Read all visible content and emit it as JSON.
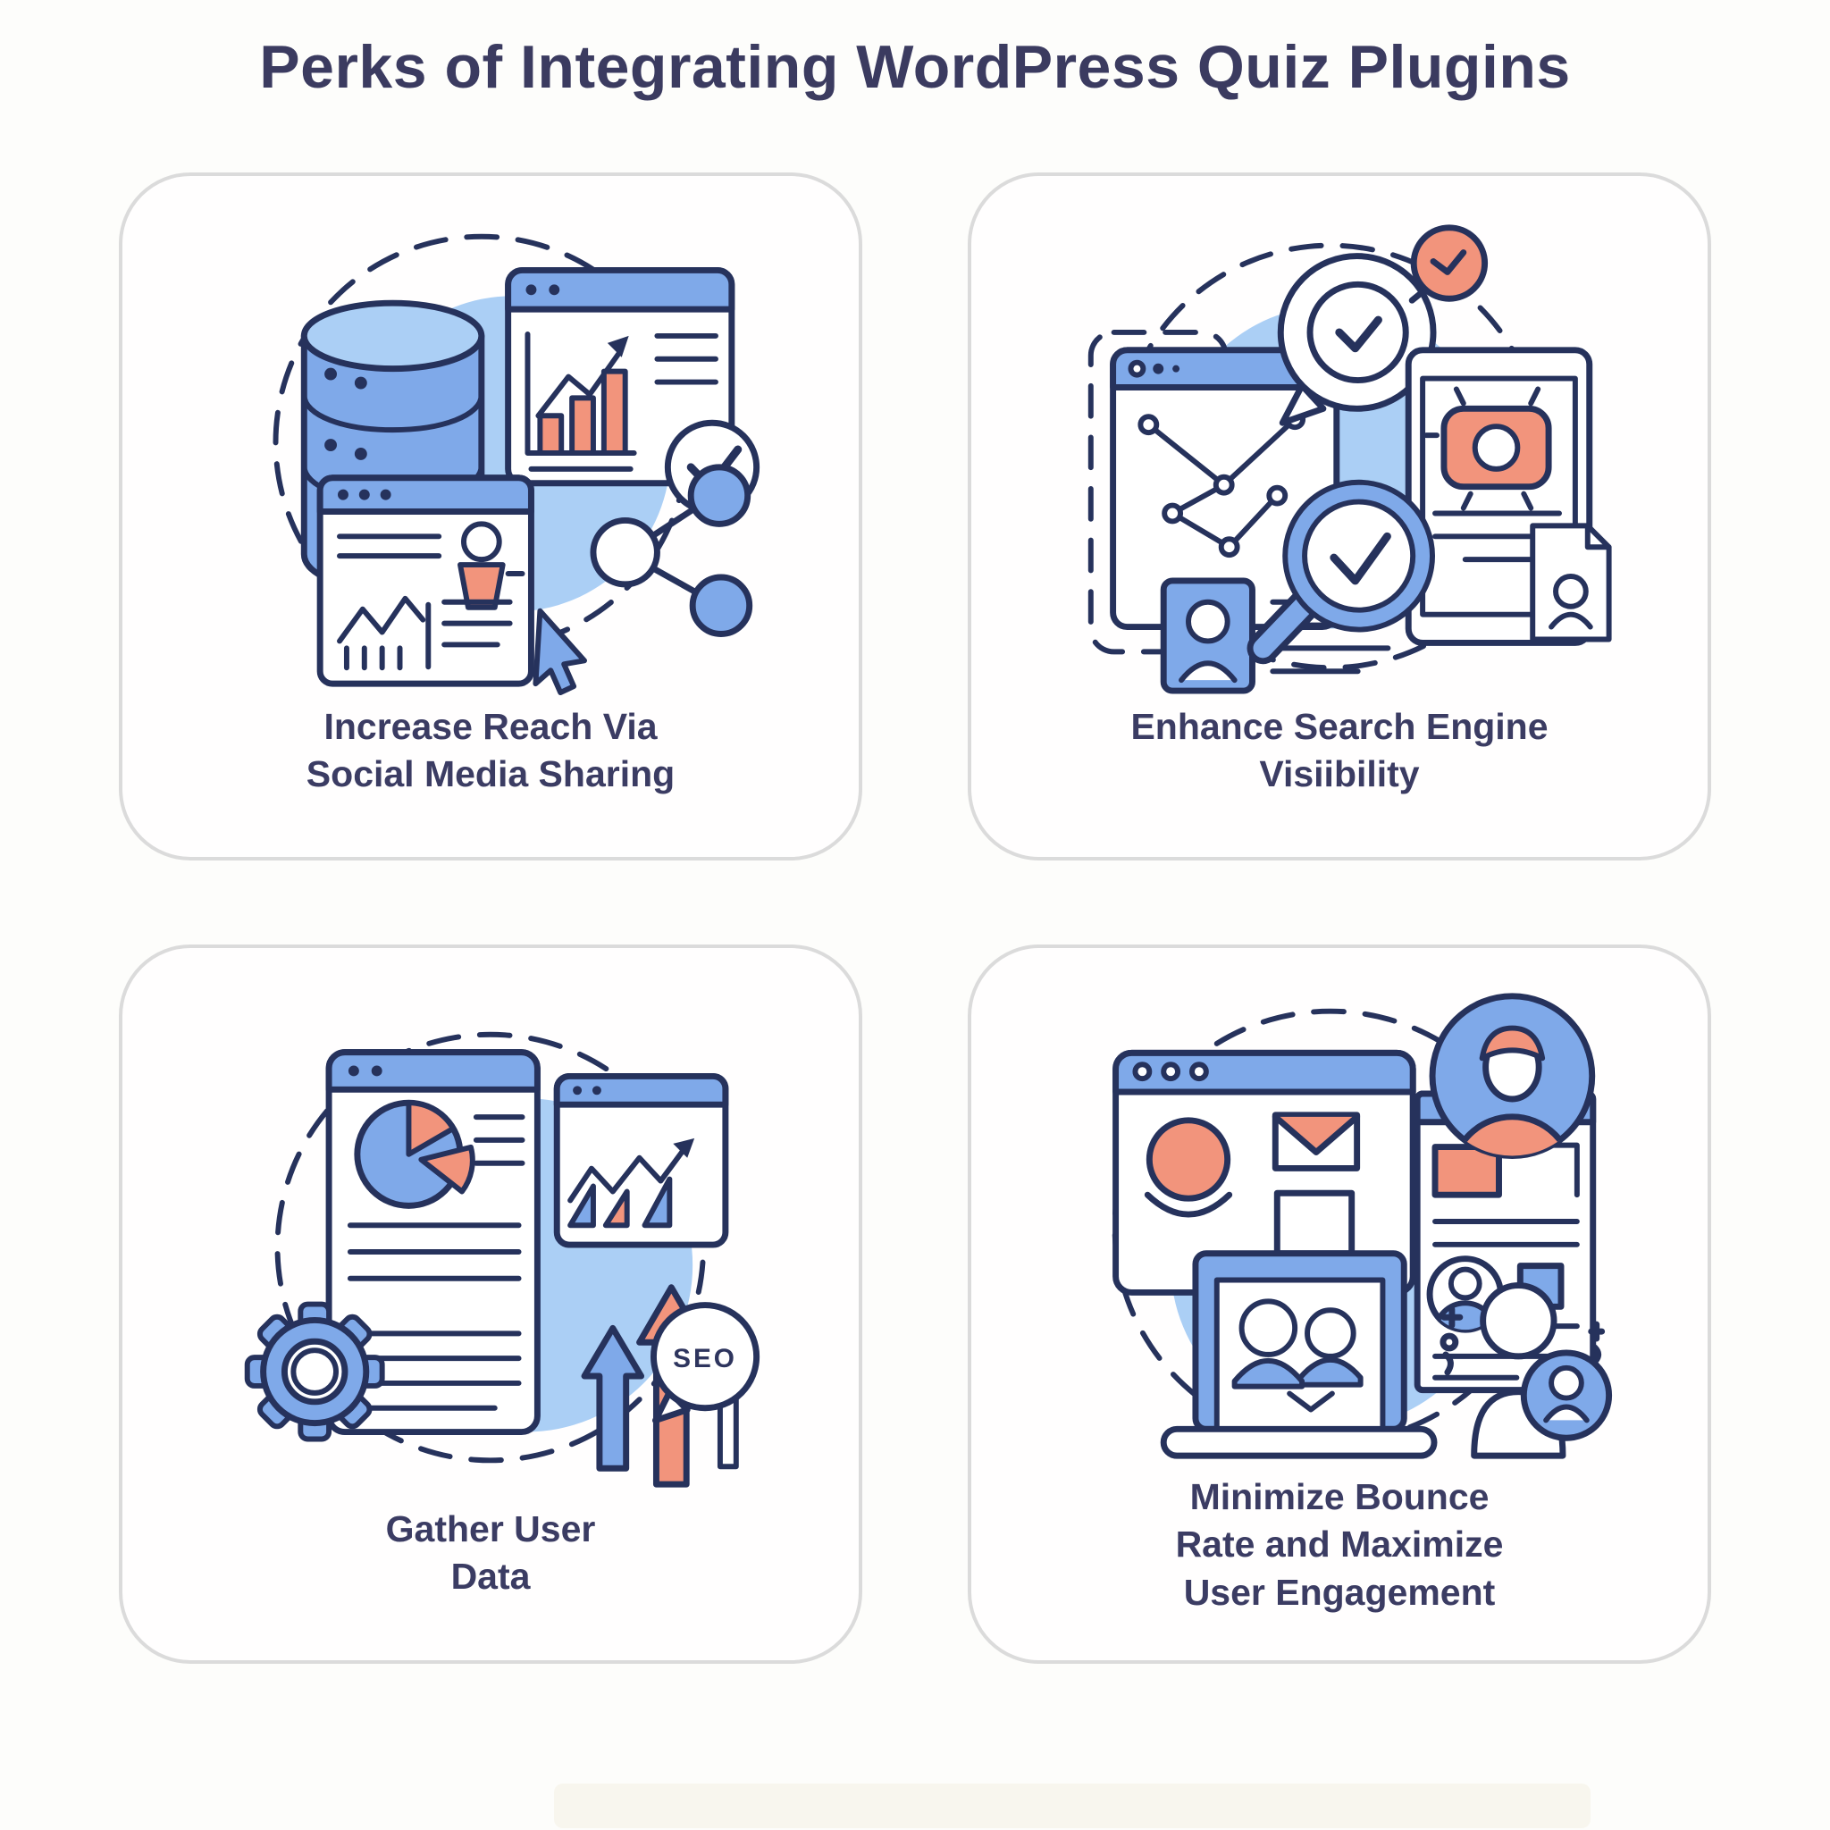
{
  "page": {
    "title": "Perks of Integrating WordPress Quiz Plugins"
  },
  "colors": {
    "background": "#fdfdfb",
    "card_border": "#dbdbdb",
    "title_text": "#3b3b60",
    "caption_text": "#3b3c63",
    "outline_navy": "#26325c",
    "blue_medium": "#7fa9e9",
    "blue_light": "#abcff5",
    "salmon": "#f2947c",
    "white": "#ffffff"
  },
  "labels": {
    "seo_badge": "SEO"
  },
  "cards": [
    {
      "id": "social-media-sharing",
      "caption_lines": [
        "Increase Reach Via",
        "Social Media Sharing"
      ],
      "icons": [
        "dashed-circle-icon",
        "database-icon",
        "analytics-window-icon",
        "line-chart-icon",
        "bar-chart-icon",
        "check-circle-icon",
        "user-report-icon",
        "cursor-icon",
        "share-network-icon"
      ]
    },
    {
      "id": "search-engine-visibility",
      "caption_lines": [
        "Enhance Search Engine",
        "Visiibility"
      ],
      "icons": [
        "dashed-circle-icon",
        "dashed-panel-icon",
        "browser-window-icon",
        "node-graph-icon",
        "id-card-icon",
        "speech-bubble-clock-icon",
        "timer-icon",
        "document-camera-icon",
        "magnifier-check-icon",
        "resume-doc-icon"
      ]
    },
    {
      "id": "gather-user-data",
      "caption_lines": [
        "Gather User",
        "Data"
      ],
      "icons": [
        "dashed-circle-icon",
        "report-window-icon",
        "pie-chart-icon",
        "growth-chart-window-icon",
        "gear-icon",
        "growth-arrows-icon",
        "seo-bubble-icon"
      ]
    },
    {
      "id": "bounce-rate-engagement",
      "caption_lines": [
        "Minimize Bounce",
        "Rate and Maximize",
        "User Engagement"
      ],
      "icons": [
        "dashed-circle-icon",
        "browser-window-icon",
        "avatar-orange-icon",
        "envelope-icon",
        "profile-panel-icon",
        "user-avatar-circle-icon",
        "laptop-meeting-icon",
        "person-avatar-icon"
      ]
    }
  ]
}
